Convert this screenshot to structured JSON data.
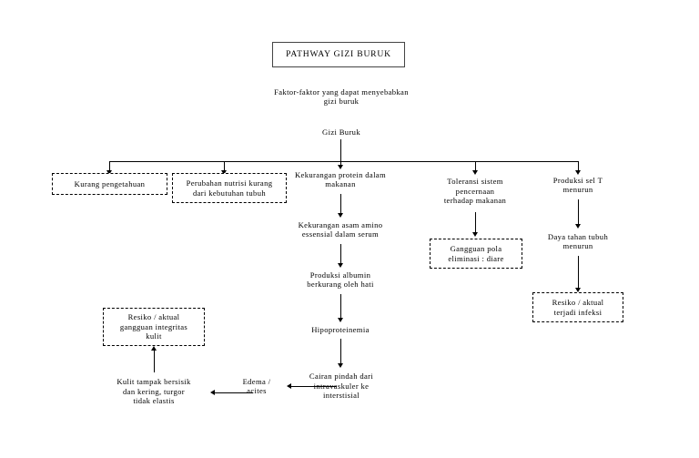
{
  "diagram": {
    "title": "PATHWAY GIZI BURUK",
    "nodes": {
      "factors_heading": "Faktor-faktor yang dapat menyebabkan\ngizi buruk",
      "gizi_buruk": "Gizi Buruk",
      "kurang_pengetahuan": "Kurang pengetahuan",
      "perubahan_nutrisi": "Perubahan nutrisi kurang\ndari kebutuhan tubuh",
      "kekurangan_protein": "Kekurangan protein dalam\nmakanan",
      "toleransi_sistem": "Toleransi sistem\npencernaan\nterhadap makanan",
      "produksi_sel_t": "Produksi sel T\nmenurun",
      "kekurangan_asam_amino": "Kekurangan asam amino\nessensial dalam serum",
      "gangguan_eliminasi": "Gangguan pola\neliminasi : diare",
      "daya_tahan_tubuh": "Daya tahan tubuh\nmenurun",
      "produksi_albumin": "Produksi albumin\nberkurang oleh hati",
      "resiko_infeksi": "Resiko / aktual\nterjadi infeksi",
      "hipoproteinemia": "Hipoproteinemia",
      "resiko_integritas_kulit": "Resiko / aktual\ngangguan integritas\nkulit",
      "cairan_pindah": "Cairan pindah dari\nintravaskuler ke\ninterstisial",
      "edema_acites": "Edema /\nacites",
      "kulit_bersisik": "Kulit tampak bersisik\ndan kering, turgor\ntidak elastis"
    }
  }
}
